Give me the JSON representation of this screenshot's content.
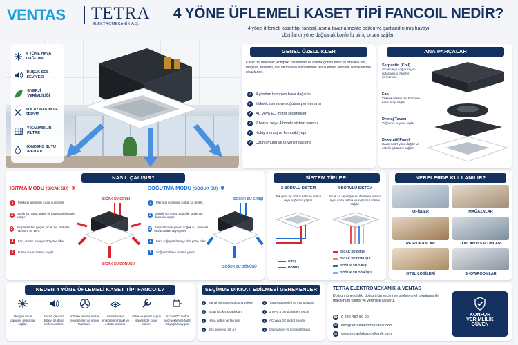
{
  "brand": {
    "ventas": "VENTAS",
    "tetra": "TETRA",
    "tetra_sub": "ELEKTROMEKANİK A.Ş."
  },
  "header": {
    "title": "4 YÖNE ÜFLEMELİ KASET TİPİ FANCOIL NEDİR?",
    "subtitle_1": "4 yöne üflemeli kaset tipi fancoil, asma tavana monte edilen ve şartlandırılmış havayı",
    "subtitle_2": "dört farklı yöne dağıtarak konforlu bir iç ortam sağlar."
  },
  "hero_features": [
    {
      "label": "4 YÖNE HAVA DAĞITIMI",
      "icon": "airflow-icon"
    },
    {
      "label": "DÜŞÜK SES SEVİYESİ",
      "icon": "speaker-icon"
    },
    {
      "label": "ENERJİ VERİMLİLİĞİ",
      "icon": "leaf-icon"
    },
    {
      "label": "KOLAY BAKIM VE SERVİS",
      "icon": "tools-icon"
    },
    {
      "label": "YIKANABİLİR FİLTRE",
      "icon": "filter-icon"
    },
    {
      "label": "KONDENS SUYU DRENAJI",
      "icon": "drop-icon"
    }
  ],
  "general": {
    "title": "GENEL ÖZELLİKLER",
    "intro": "Kaset tipi fancoiller, kompakt tasarımları ve estetik görünümleri ile özellikle ofis, mağaza, restoran, otel ve toplantı salonlarında tercih edilen terminal iklimlendirme cihazlarıdır.",
    "items": [
      "4 yönden homojen hava dağılımı",
      "Yüksek ısıtma ve soğutma performansı",
      "AC veya EC motor seçenekleri",
      "2 borulu veya 4 borulu sistem uyumu",
      "Kolay montaj ve kompakt yapı",
      "Uzun ömürlü ve güvenilir çalışma"
    ]
  },
  "parts": {
    "title": "ANA PARÇALAR",
    "items": [
      {
        "name": "Serpantin (Coil)",
        "desc": "Sıcak veya soğuk suyun dolaştığı ısı transfer elemanıdır."
      },
      {
        "name": "Fan",
        "desc": "Yüksek verimli fan homojen hava akışı sağlar."
      },
      {
        "name": "Drenaj Tavası",
        "desc": "Yoğuşma suyunu toplar."
      },
      {
        "name": "Dekoratif Panel",
        "desc": "Havayı dört yöne dağıtır ve estetik görünüm sağlar."
      }
    ]
  },
  "how": {
    "title": "NASIL ÇALIŞIR?",
    "heating": {
      "title": "ISITMA MODU",
      "tag": "(SICAK SU)",
      "steps": [
        "Merkezi sistemde sıcak su üretilir.",
        "Sıcak su, vana grubu ile kaset tipi fancoile ulaşır.",
        "Serpantinden geçen sıcak su, mahalle havasını ısı verir.",
        "Fan, ısınan havayı dört yöne üfler.",
        "Isınan hava ortama yayılır."
      ],
      "in_label": "SICAK SU GİRİŞİ",
      "out_label": "SICAK SU DÖNÜŞÜ"
    },
    "cooling": {
      "title": "SOĞUTMA MODU",
      "tag": "(SOĞUK SU)",
      "steps": [
        "Merkezi sistemde soğuk su üretilir.",
        "Soğuk su, vana grubu ile kaset tipi fancoile ulaşır.",
        "Serpantinden geçen soğuk su, mahalle havasındaki ısıyı çeker.",
        "Fan, soğuyan havayı dört yöne üfler.",
        "Soğuyan hava ortama yayılır."
      ],
      "in_label": "SOĞUK SU GİRİŞİ",
      "out_label": "SOĞUK SU DÖNÜŞÜ"
    }
  },
  "systems": {
    "title": "SİSTEM TİPLERİ",
    "two_pipe": {
      "name": "2 BORULU SİSTEM",
      "desc": "Tek gidiş ve dönüş hattı ile ısıtma veya soğutma yapılır."
    },
    "four_pipe": {
      "name": "4 BORULU SİSTEM",
      "desc": "Sıcak su ve soğuk su devreleri ayrıdır. Aynı anda ısıtma ve soğutma imkanı sağlar."
    },
    "legend_left": [
      "GİDİŞ",
      "DÖNÜŞ"
    ],
    "legend_right": [
      "SICAK SU GİRİŞİ",
      "SICAK SU DÖNÜŞÜ",
      "SOĞUK SU GİRİŞİ",
      "SOĞUK SU DÖNÜŞÜ"
    ]
  },
  "where": {
    "title": "NERELERDE KULLANILIR?",
    "places": [
      "OFİSLER",
      "MAĞAZALAR",
      "RESTORANLAR",
      "TOPLANTI SALONLARI",
      "OTEL LOBİLERİ",
      "SHOWROOMLAR"
    ]
  },
  "why": {
    "title": "NEDEN 4 YÖNE ÜFLEMELİ KASET TİPİ FANCOİL?",
    "items": [
      {
        "text": "Dengeli hava dağılımı ile konfor sağlar.",
        "icon": "airflow-icon"
      },
      {
        "text": "Sessiz çalışma düzeyi ile daha konforlu ortam.",
        "icon": "speaker-icon"
      },
      {
        "text": "Yüksek verimli motor seçenekleri ile enerji tasarrufu.",
        "icon": "fan-icon"
      },
      {
        "text": "Asma tavana entegre kompakt ve estetik tasarım.",
        "icon": "panel-icon"
      },
      {
        "text": "Filtre ve panel yapısı sayesinde kolay bakım.",
        "icon": "wrench-icon"
      },
      {
        "text": "AC ve EC motor seçenekleri ile farklı ihtiyaçlara uygun.",
        "icon": "motor-icon"
      }
    ]
  },
  "select": {
    "title": "SEÇİMDE DİKKAT EDİLMESİ GEREKENLER",
    "left": [
      "Mahal ısıtma ve soğutma yükleri",
      "Su giriş/çıkış sıcaklıkları",
      "Hava debisi ve fan hızı",
      "Ses seviyesi (dB A)"
    ],
    "right": [
      "Tavan yüksekliği ve montaj alanı",
      "2 veya 4 borulu sistem tercihi",
      "AC veya EC motor seçimi",
      "Otomasyon ve kontrol ihtiyacı"
    ]
  },
  "contact": {
    "title": "TETRA ELEKTROMEKANİK & VENTAS",
    "text": "Doğru mühendislik, doğru ürün seçimi ve profesyonel uygulama ile maksimum konfor ve verimlilik sağlarız.",
    "phone": "0 232 457 80 00",
    "email": "info@tetraelektromekanik.com",
    "web": "www.tetraelektromekanik.com",
    "badge_1": "KONFOR",
    "badge_2": "VERİMLİLİK",
    "badge_3": "GÜVEN"
  },
  "colors": {
    "navy": "#13305e",
    "red": "#d8262b",
    "blue": "#1f6fd1"
  }
}
